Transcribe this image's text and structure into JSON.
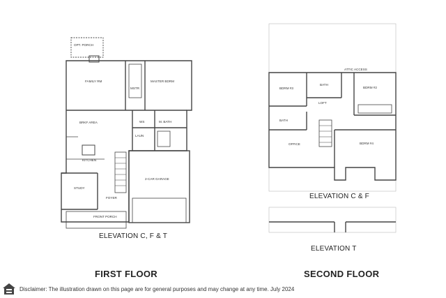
{
  "first_floor": {
    "rooms": {
      "opt_porch": "OPT. PORCH",
      "family_rm": "FAMILY RM",
      "master_bdrm": "MASTER BDRM",
      "w_closet_1": "MSTR",
      "brkf_area": "BRKF AREA",
      "ws": "WS",
      "m_bath": "M. BATH",
      "laun": "LAUN",
      "kitchen": "KITCHEN",
      "study": "STUDY",
      "foyer": "FOYER",
      "garage": "2-CAR GARAGE",
      "front_porch": "FRONT PORCH"
    },
    "elevation_label": "ELEVATION C, F & T",
    "title": "FIRST FLOOR"
  },
  "second_floor": {
    "rooms": {
      "bdrm3": "BDRM #3",
      "bath": "BATH",
      "bdrm2": "BDRM #2",
      "loft": "LOFT",
      "bath2": "BATH",
      "office": "OFFICE",
      "bdrm4": "BDRM #4",
      "attic": "ATTIC ACCESS"
    },
    "elevation_label": "ELEVATION C & F",
    "elevation_label_t": "ELEVATION T",
    "title": "SECOND FLOOR"
  },
  "footer": {
    "disclaimer": "Disclaimer: The illustration drawn on this page are for general purposes and may change at any time. July 2024",
    "logo_icon": "equal-housing-opportunity-icon"
  }
}
